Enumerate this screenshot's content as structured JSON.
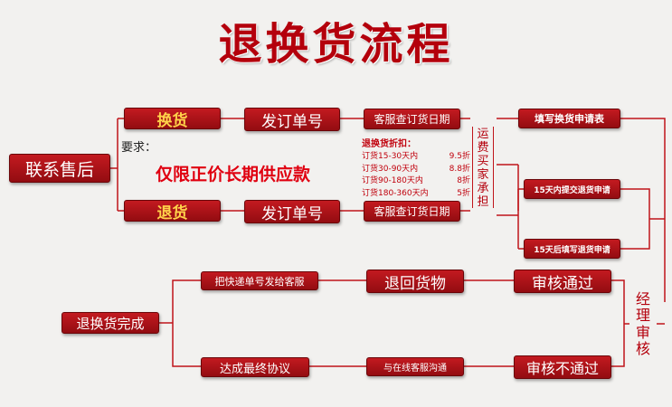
{
  "title": "退换货流程",
  "nodes": {
    "contact": "联系售后",
    "exchange": "换货",
    "return": "退货",
    "send_order_1": "发订单号",
    "send_order_2": "发订单号",
    "check_date_1": "客服查订货日期",
    "check_date_2": "客服查订货日期",
    "shipping_note": "运费买家承担",
    "fill_exchange": "填写换货申请表",
    "return_15_within": "15天内提交退货申请",
    "return_15_after": "15天后填写退货申请",
    "done": "退换货完成",
    "send_tracking": "把快递单号发给客服",
    "return_goods": "退回货物",
    "approved": "审核通过",
    "agreement": "达成最终协议",
    "negotiate": "与在线客服沟通",
    "rejected": "审核不通过",
    "manager_review": "经理审核"
  },
  "requirement": {
    "label": "要求：",
    "value": "仅限正价长期供应款"
  },
  "discount": {
    "title": "退换货折扣：",
    "rows": [
      {
        "range": "订货15-30天内",
        "rate": "9.5折"
      },
      {
        "range": "订货30-90天内",
        "rate": "8.8折"
      },
      {
        "range": "订货90-180天内",
        "rate": "8折"
      },
      {
        "range": "订货180-360天内",
        "rate": "5折"
      }
    ]
  },
  "colors": {
    "box_red": "#b4000c",
    "line_red": "#c0141a",
    "gold_text": "#ffd34a",
    "title_red": "#b4000c"
  }
}
